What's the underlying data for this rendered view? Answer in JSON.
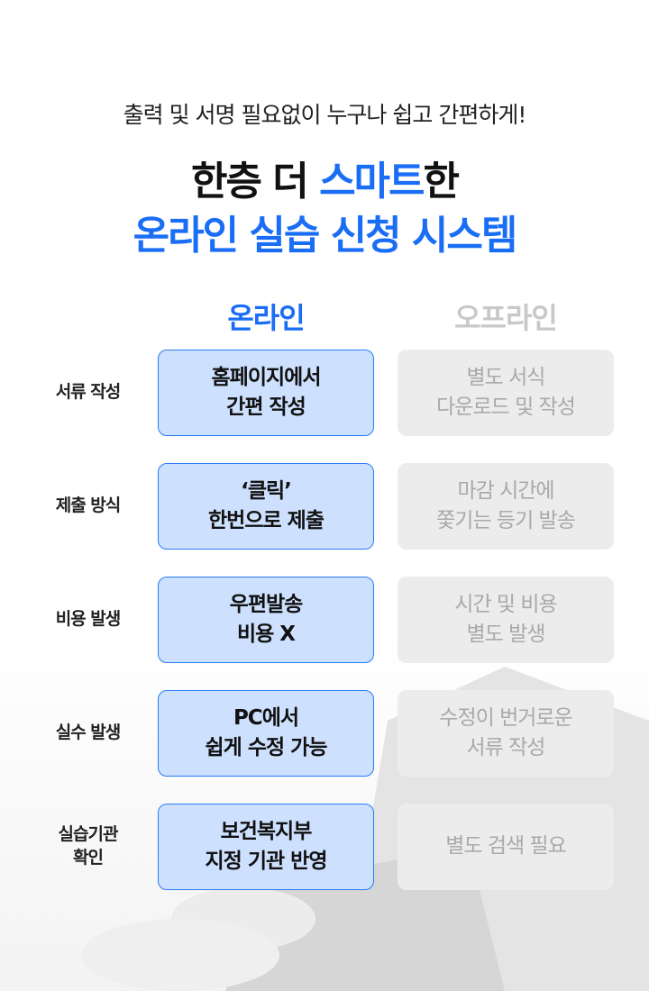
{
  "subtitle": "출력 및 서명 필요없이 누구나 쉽고 간편하게!",
  "title_line1": {
    "pre": "한층 더 ",
    "highlight": "스마트",
    "post": "한"
  },
  "title_line2": "온라인 실습 신청 시스템",
  "columns": {
    "online": "온라인",
    "offline": "오프라인"
  },
  "colors": {
    "accent": "#1a6ef5",
    "online_bg": "#cde0fd",
    "offline_bg": "#ececec"
  },
  "rows": [
    {
      "label": "서류 작성",
      "online": "홈페이지에서\n간편 작성",
      "offline": "별도 서식\n다운로드 및 작성"
    },
    {
      "label": "제출 방식",
      "online": "‘클릭’\n한번으로 제출",
      "offline": "마감 시간에\n쫓기는 등기 발송"
    },
    {
      "label": "비용 발생",
      "online": "우편발송\n비용 X",
      "offline": "시간 및 비용\n별도 발생"
    },
    {
      "label": "실수 발생",
      "online": "PC에서\n쉽게 수정 가능",
      "offline": "수정이 번거로운\n서류 작성"
    },
    {
      "label": "실습기관\n확인",
      "online": "보건복지부\n지정 기관 반영",
      "offline": "별도 검색 필요"
    }
  ]
}
